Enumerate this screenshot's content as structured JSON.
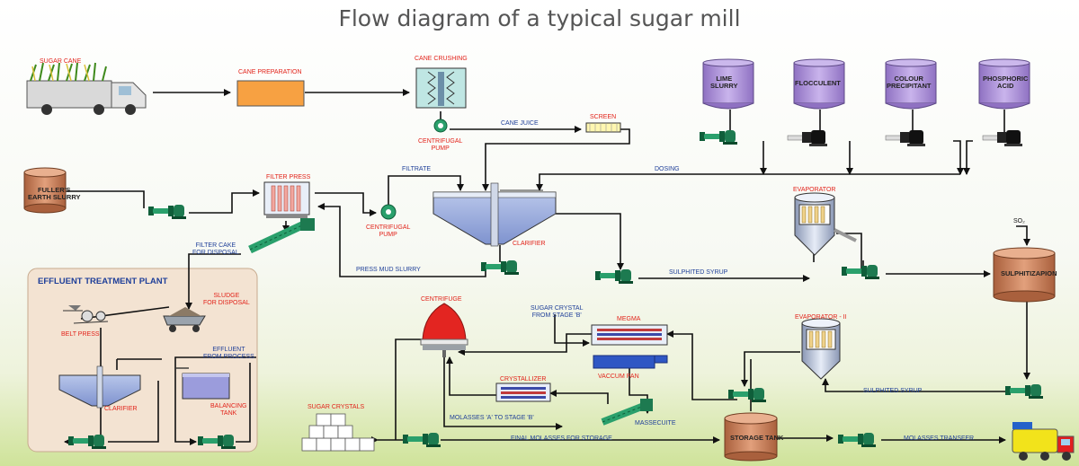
{
  "title": "Flow diagram of a typical sugar mill",
  "labels": {
    "sugar_cane": "SUGAR CANE",
    "cane_preparation": "CANE PREPARATION",
    "cane_crushing": "CANE CRUSHING",
    "centrifugal_pump_1": "CENTRIFUGAL",
    "centrifugal_pump_1b": "PUMP",
    "cane_juice": "CANE JUICE",
    "screen": "SCREEN",
    "lime_slurry_1": "LIME",
    "lime_slurry_2": "SLURRY",
    "flocculent": "FLOCCULENT",
    "colour_1": "COLOUR",
    "colour_2": "PRECIPITANT",
    "phosphoric_1": "PHOSPHORIC",
    "phosphoric_2": "ACID",
    "dosing": "DOSING",
    "filtrate": "FILTRATE",
    "fullers_1": "FULLER'S",
    "fullers_2": "EARTH SLURRY",
    "filter_press": "FILTER PRESS",
    "centrifugal_pump_2": "CENTRIFUGAL",
    "centrifugal_pump_2b": "PUMP",
    "clarifier_main": "CLARIFIER",
    "evaporator": "EVAPORATOR",
    "so2": "SO₂",
    "filter_cake_1": "FILTER CAKE",
    "filter_cake_2": "FOR DISPOSAL",
    "press_mud": "PRESS MUD SLURRY",
    "sulphited_syrup_1": "SULPHITED SYRUP",
    "sulphitization": "SULPHITIZAPION",
    "etp": "EFFLUENT TREATMENT PLANT",
    "belt_press": "BELT PRESS",
    "sludge_1": "SLUDGE",
    "sludge_2": "FOR DISPOSAL",
    "effluent_1": "EFFLUENT",
    "effluent_2": "FROM PROCESS",
    "clarifier_etp": "CLARIFIER",
    "balancing_1": "BALANCING",
    "balancing_2": "TANK",
    "centrifuge": "CENTRIFUGE",
    "sugar_crystal_1": "SUGAR CRYSTAL",
    "sugar_crystal_2": "FROM STAGE 'B'",
    "megma": "MEGMA",
    "vaccum_pan": "VACCUM PAN",
    "evaporator_2": "EVAPORATOR - II",
    "crystallizer": "CRYSTALLIZER",
    "sulphited_syrup_2": "SULPHITED SYRUP",
    "sugar_crystals": "SUGAR CRYSTALS",
    "molasses_ab": "MOLASSES 'A' TO STAGE 'B'",
    "massecuite": "MASSECUITE",
    "final_molasses": "FINAL MOLASSES FOR STORAGE",
    "storage_tank": "STORAGE TANK",
    "molasses_transfer": "MOLASSES TRANSFER"
  },
  "colors": {
    "label_red": "#e2231a",
    "label_blue": "#1f3f99",
    "pump_green": "#1f8a5a",
    "dosing_tank_purple": "#a98ed0",
    "tank_copper": "#c9805a",
    "etp_panel": "#f3e3d2",
    "flow_line": "#1a1a1a"
  },
  "icons": [
    "truck-icon",
    "pump-icon",
    "dosing-pump-icon",
    "crusher-icon",
    "screen-icon",
    "filter-press-icon",
    "evaporator-icon",
    "centrifuge-icon",
    "sugar-cubes-icon",
    "tanker-truck-icon"
  ]
}
